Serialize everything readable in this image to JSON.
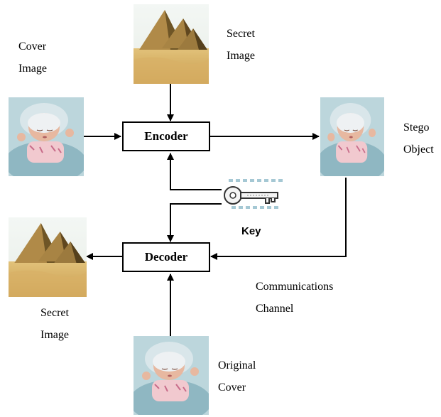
{
  "labels": {
    "cover_image": "Cover\n  Image",
    "secret_image_top": "Secret\nImage",
    "stego_object": "Stego\nObject",
    "secret_image_bottom": "Secret\nImage",
    "communications_channel": "Communications\nChannel",
    "original_cover": "Original\nCover",
    "key": "Key"
  },
  "boxes": {
    "encoder": "Encoder",
    "decoder": "Decoder"
  },
  "icons": {
    "cover": "baby-photo",
    "secret": "pyramids-photo",
    "stego": "baby-photo",
    "recovered_secret": "pyramids-photo",
    "original_cover": "baby-photo",
    "key": "key-icon"
  },
  "colors": {
    "line": "#000000",
    "box_border": "#000000"
  }
}
